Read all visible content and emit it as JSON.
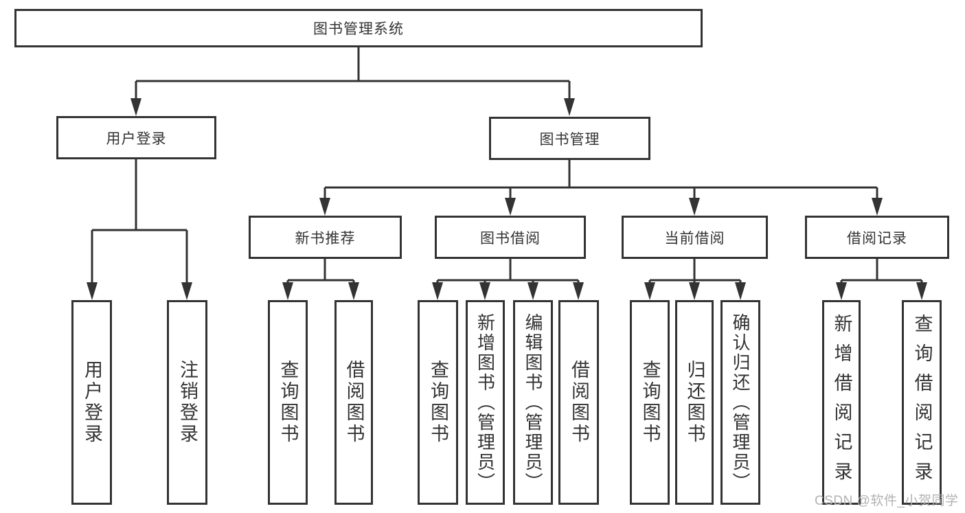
{
  "diagram": {
    "title": "图书管理系统",
    "nodes": {
      "root": {
        "label": "图书管理系统"
      },
      "level2": [
        {
          "label": "用户登录"
        },
        {
          "label": "图书管理"
        }
      ],
      "level3": [
        {
          "label": "新书推荐",
          "parent": "图书管理"
        },
        {
          "label": "图书借阅",
          "parent": "图书管理"
        },
        {
          "label": "当前借阅",
          "parent": "图书管理"
        },
        {
          "label": "借阅记录",
          "parent": "图书管理"
        }
      ],
      "leaves": [
        {
          "label": "用户登录",
          "parent": "用户登录"
        },
        {
          "label": "注销登录",
          "parent": "用户登录"
        },
        {
          "label": "查询图书",
          "parent": "新书推荐"
        },
        {
          "label": "借阅图书",
          "parent": "新书推荐"
        },
        {
          "label": "查询图书",
          "parent": "图书借阅"
        },
        {
          "label": "新增图书（管理员）",
          "parent": "图书借阅"
        },
        {
          "label": "编辑图书（管理员）",
          "parent": "图书借阅"
        },
        {
          "label": "借阅图书",
          "parent": "图书借阅"
        },
        {
          "label": "查询图书",
          "parent": "当前借阅"
        },
        {
          "label": "归还图书",
          "parent": "当前借阅"
        },
        {
          "label": "确认归还（管理员）",
          "parent": "当前借阅"
        },
        {
          "label": "新增借阅记录",
          "parent": "借阅记录"
        },
        {
          "label": "查询借阅记录",
          "parent": "借阅记录"
        }
      ]
    },
    "colors": {
      "line": "#333333",
      "box_border": "#333333",
      "text": "#333333",
      "background": "#ffffff",
      "watermark": "#b2b2b2"
    }
  },
  "watermark": {
    "text": "CSDN @软件_小贺同学"
  }
}
